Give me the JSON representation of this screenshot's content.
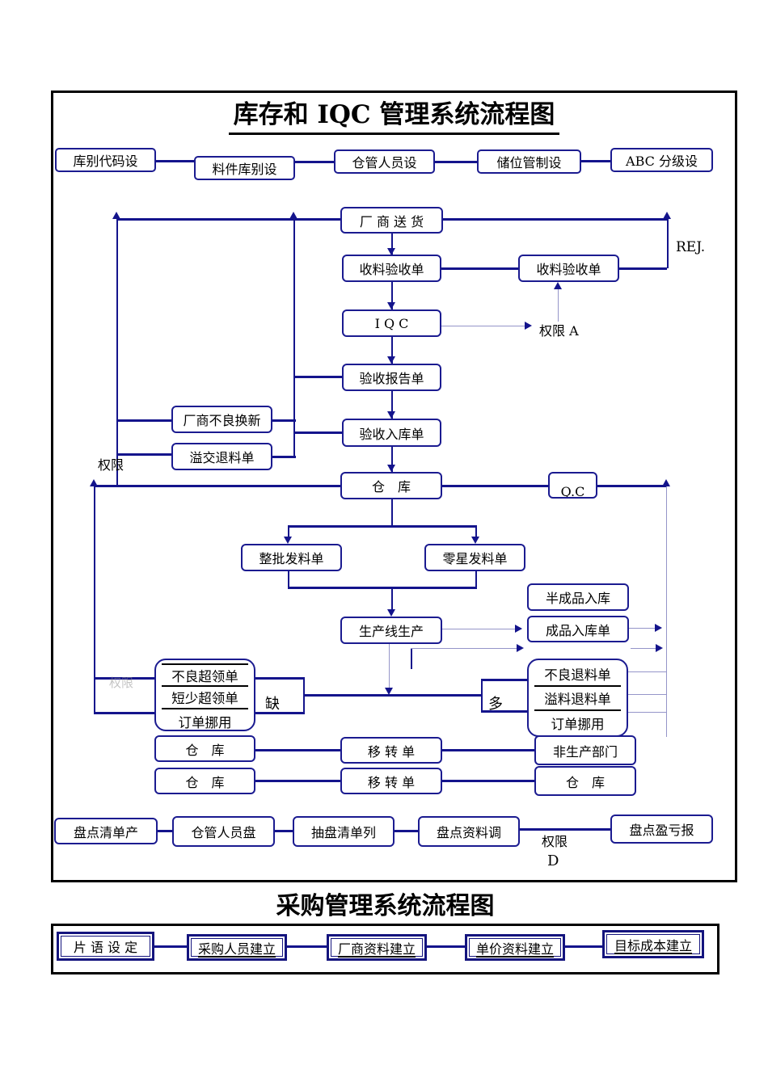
{
  "colors": {
    "navy": "#14148c",
    "thin_line": "#9595c9",
    "frame": "#000000"
  },
  "inventory": {
    "title": "库存和 IQC 管理系统流程图",
    "setup_row": [
      "库别代码设",
      "料件库别设",
      "仓管人员设",
      "储位管制设",
      "ABC 分级设"
    ],
    "vendor_delivery": "厂 商 送 货",
    "receiving_note_1": "收料验收单",
    "receiving_note_2": "收料验收单",
    "iqc": "I Q C",
    "inspection_report": "验收报告单",
    "vendor_defect_replace": "厂商不良换新",
    "excess_return_note": "溢交退料单",
    "inspection_warehouse_in": "验收入库单",
    "warehouse_main": "仓　库",
    "qc": "Q.C",
    "batch_issue_note": "整批发料单",
    "sporadic_issue_note": "零星发料单",
    "semi_finished_in": "半成品入库",
    "finished_in_note": "成品入库单",
    "production_line": "生产线生产",
    "over_requisition_rows": [
      "不良超领单",
      "短少超领单",
      "订单挪用"
    ],
    "return_rows": [
      "不良退料单",
      "溢料退料单",
      "订单挪用"
    ],
    "warehouse_row1": [
      "仓　库",
      "移 转 单",
      "非生产部门"
    ],
    "warehouse_row2": [
      "仓　库",
      "移 转 单",
      "仓　库"
    ],
    "stocktake_row": [
      "盘点清单产",
      "仓管人员盘",
      "抽盘清单列",
      "盘点资料调",
      "盘点盈亏报"
    ],
    "labels": {
      "rej": "REJ.",
      "perm_a": "权限 A",
      "perm_left": "权限",
      "perm_faint": "权限",
      "short": "缺",
      "excess": "多",
      "perm_d": "权限",
      "perm_d2": "D"
    }
  },
  "purchase": {
    "title": "采购管理系统流程图",
    "row": [
      "片 语 设 定",
      "采购人员建立",
      "厂商资料建立",
      "单价资料建立",
      "目标成本建立"
    ]
  }
}
